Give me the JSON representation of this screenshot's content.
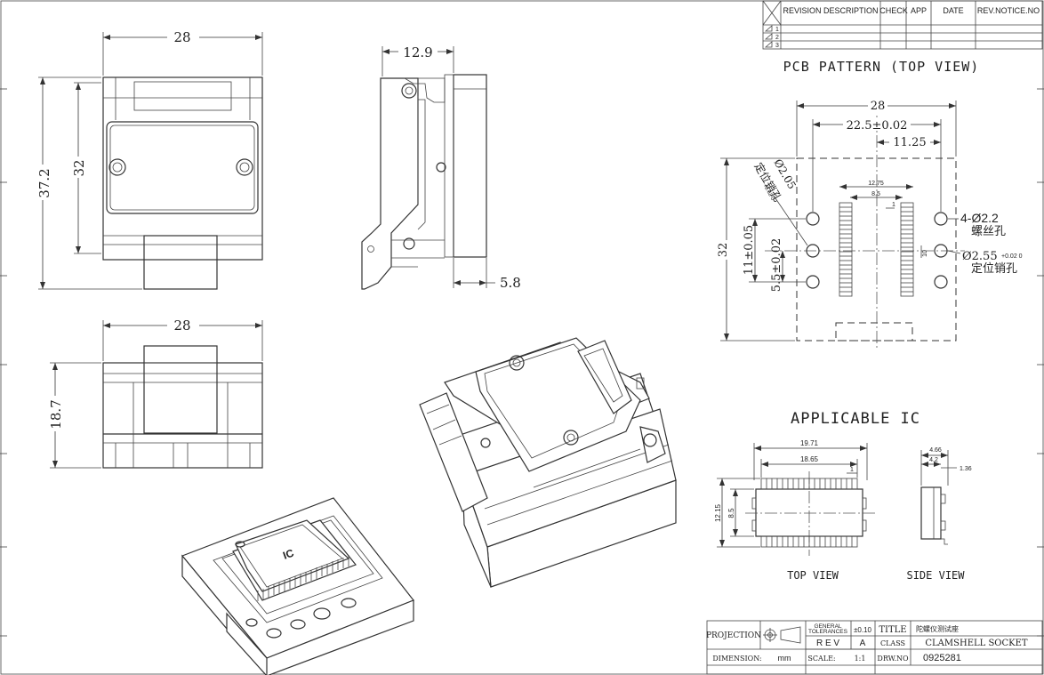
{
  "revision_table": {
    "headers": [
      "REVISION DESCRIPTION",
      "CHECK",
      "APP",
      "DATE",
      "REV.NOTICE.NO"
    ],
    "rows": [
      "1",
      "2",
      "3"
    ]
  },
  "pcb_pattern": {
    "title": "PCB PATTERN (TOP VIEW)",
    "dims": {
      "width": "28",
      "pitch": "22.5±0.02",
      "half": "11.25",
      "height": "32",
      "v1": "11±0.05",
      "v2": "5.5±0.02",
      "pad_w": "12.75",
      "pad_inner": "8.5",
      "pad_small": "1",
      "pad_gap": "10"
    },
    "screw_note": "4-Ø2.2",
    "screw_cn": "螺丝孔",
    "pin1_note": "Ø2.05",
    "pin1_tol": "+0.02 0",
    "pin1_cn": "定位销孔",
    "pin2_note": "Ø2.55",
    "pin2_tol": "+0.02 0",
    "pin2_cn": "定位销孔"
  },
  "views": {
    "top_w": "28",
    "top_h_outer": "37.2",
    "top_h_inner": "32",
    "side_w": "12.9",
    "side_small": "5.8",
    "front_w": "28",
    "front_h": "18.7"
  },
  "iso_label": "IC",
  "applicable_ic": {
    "title": "APPLICABLE IC",
    "top_view_label": "TOP VIEW",
    "side_view_label": "SIDE VIEW",
    "dims": {
      "w1": "19.71",
      "w2": "18.65",
      "small": "1",
      "h1": "12.15",
      "h2": "8.5",
      "s1": "4.66",
      "s2": "4.2",
      "s3": "1.36"
    }
  },
  "title_block": {
    "projection": "PROJECTION",
    "general_tol_1": "GENERAL",
    "general_tol_2": "TOLERANCES",
    "tol_value": "±0.10",
    "title_label": "TITLE",
    "title_value": "陀螺仪测试座",
    "rev_label": "R E V",
    "rev_value": "A",
    "class_label": "CLASS",
    "class_value": "CLAMSHELL SOCKET",
    "dimension_label": "DIMENSION:",
    "dimension_value": "mm",
    "scale_label": "SCALE:",
    "scale_value": "1:1",
    "drw_label": "DRW.NO",
    "drw_value": "0925281"
  }
}
